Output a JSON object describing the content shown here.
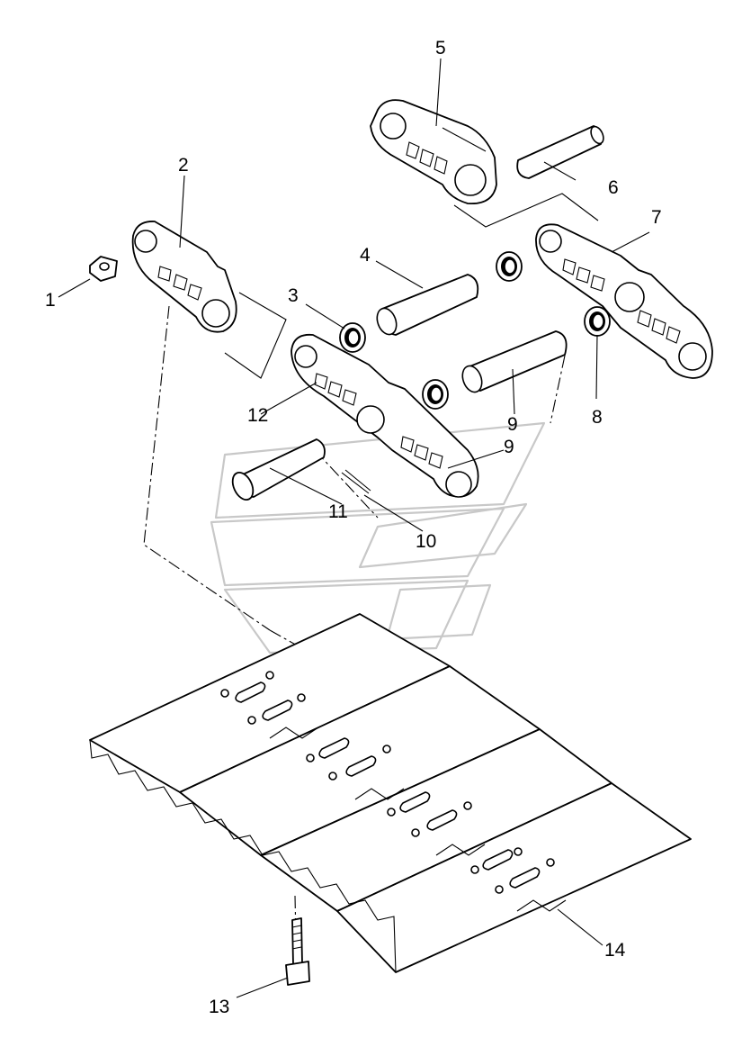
{
  "callouts": [
    {
      "id": "1",
      "text": "1"
    },
    {
      "id": "2",
      "text": "2"
    },
    {
      "id": "3",
      "text": "3"
    },
    {
      "id": "4",
      "text": "4"
    },
    {
      "id": "5",
      "text": "5"
    },
    {
      "id": "6",
      "text": "6"
    },
    {
      "id": "7",
      "text": "7"
    },
    {
      "id": "8",
      "text": "8"
    },
    {
      "id": "9a",
      "text": "9"
    },
    {
      "id": "9b",
      "text": "9"
    },
    {
      "id": "10",
      "text": "10"
    },
    {
      "id": "11",
      "text": "11"
    },
    {
      "id": "12",
      "text": "12"
    },
    {
      "id": "13",
      "text": "13"
    },
    {
      "id": "14",
      "text": "14"
    }
  ],
  "colors": {
    "line": "#000000",
    "background": "#ffffff",
    "watermark": "#c8c8c8"
  }
}
